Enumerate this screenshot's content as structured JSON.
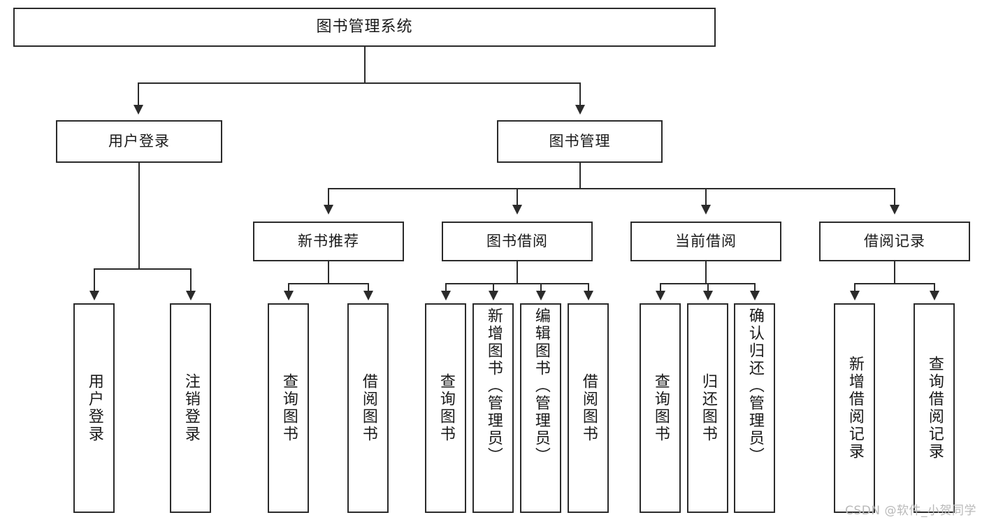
{
  "diagram": {
    "title": "图书管理系统",
    "type": "功能结构图",
    "watermark": "CSDN @软件_小贺同学",
    "colors": {
      "stroke": "#2b2b2b",
      "fill": "#ffffff",
      "text": "#1a1a1a",
      "watermark": "#b9b9b9"
    }
  },
  "root": {
    "label": "图书管理系统"
  },
  "level2": [
    {
      "id": "user-login",
      "label": "用户登录"
    },
    {
      "id": "book-manage",
      "label": "图书管理"
    }
  ],
  "level3": [
    {
      "id": "new-book-recommend",
      "label": "新书推荐"
    },
    {
      "id": "book-borrow",
      "label": "图书借阅"
    },
    {
      "id": "current-borrow",
      "label": "当前借阅"
    },
    {
      "id": "borrow-record",
      "label": "借阅记录"
    }
  ],
  "leaves": {
    "user_login": [
      {
        "id": "leaf-user-login",
        "label": "用户登录"
      },
      {
        "id": "leaf-logout",
        "label": "注销登录"
      }
    ],
    "new_book_recommend": [
      {
        "id": "leaf-query-book-1",
        "label": "查询图书"
      },
      {
        "id": "leaf-borrow-book-1",
        "label": "借阅图书"
      }
    ],
    "book_borrow": [
      {
        "id": "leaf-query-book-2",
        "label": "查询图书"
      },
      {
        "id": "leaf-add-book",
        "label": "新增图书（管理员）"
      },
      {
        "id": "leaf-edit-book",
        "label": "编辑图书（管理员）"
      },
      {
        "id": "leaf-borrow-book-2",
        "label": "借阅图书"
      }
    ],
    "current_borrow": [
      {
        "id": "leaf-query-book-3",
        "label": "查询图书"
      },
      {
        "id": "leaf-return-book",
        "label": "归还图书"
      },
      {
        "id": "leaf-confirm-return",
        "label": "确认归还（管理员）"
      }
    ],
    "borrow_record": [
      {
        "id": "leaf-add-record",
        "label": "新增借阅记录"
      },
      {
        "id": "leaf-query-record",
        "label": "查询借阅记录"
      }
    ]
  }
}
